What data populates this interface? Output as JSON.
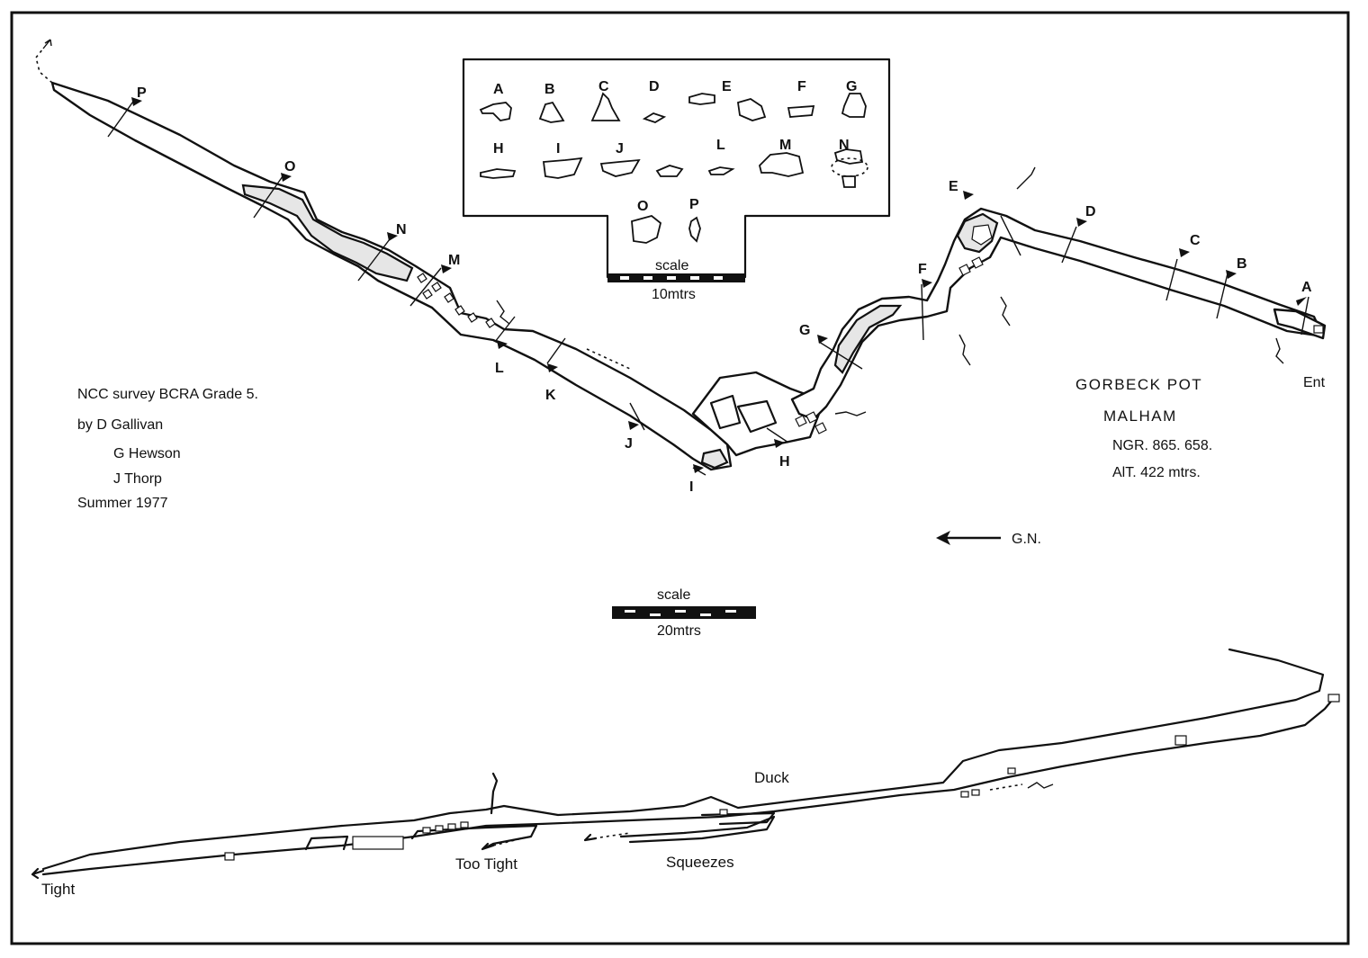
{
  "title": {
    "cave_name": "GORBECK POT",
    "location": "MALHAM",
    "grid_ref": "NGR. 865. 658.",
    "altitude": "AlT. 422 mtrs."
  },
  "credits": {
    "survey": "NCC survey  BCRA  Grade 5.",
    "line1": "by  D Gallivan",
    "line2": "G  Hewson",
    "line3": "J  Thorp",
    "date": "Summer  1977"
  },
  "north_label": "G.N.",
  "entrance_label": "Ent",
  "plan_scale": {
    "label": "scale",
    "value": "20mtrs"
  },
  "inset": {
    "scale": {
      "label": "scale",
      "value": "10mtrs"
    },
    "sections": [
      "A",
      "B",
      "C",
      "D",
      "E",
      "F",
      "G",
      "H",
      "I",
      "J",
      "L",
      "M",
      "N",
      "O",
      "P"
    ]
  },
  "plan_stations": [
    "A",
    "B",
    "C",
    "D",
    "E",
    "F",
    "G",
    "H",
    "I",
    "J",
    "K",
    "L",
    "M",
    "N",
    "O",
    "P"
  ],
  "elevation_labels": {
    "tight": "Tight",
    "too_tight": "Too Tight",
    "squeezes": "Squeezes",
    "duck": "Duck"
  }
}
